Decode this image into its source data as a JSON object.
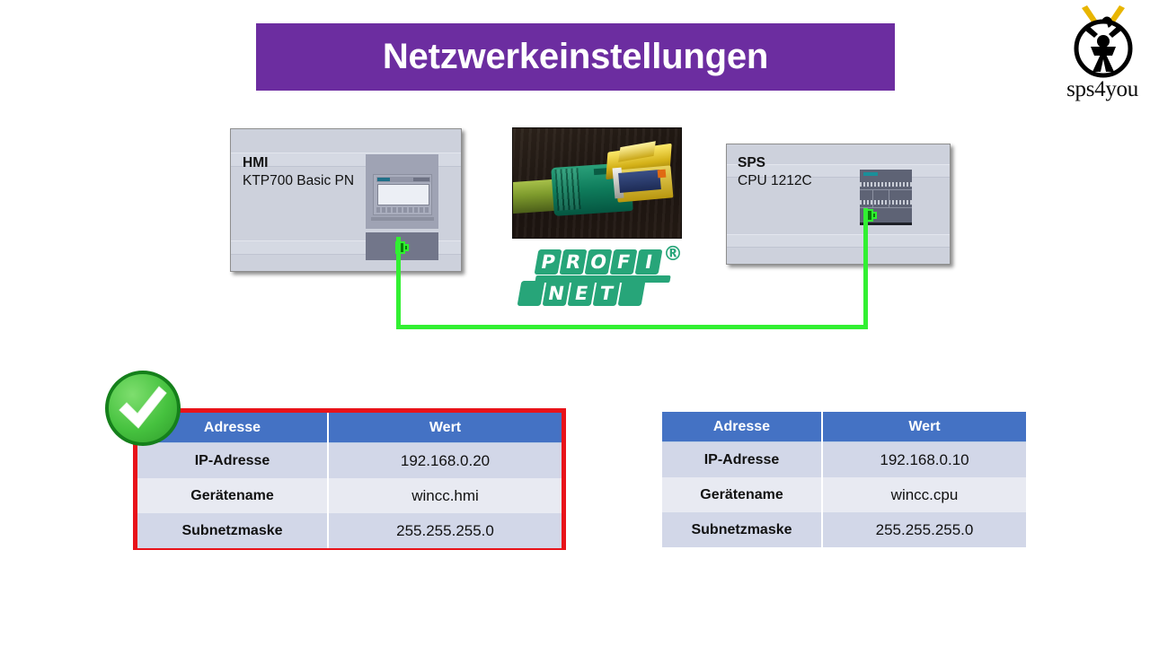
{
  "slide": {
    "title": "Netzwerkeinstellungen",
    "title_bg_color": "#6c2da0",
    "background_color": "#ffffff"
  },
  "logo": {
    "text": "sps4you",
    "mark_icon": "sps4you-figure-icon",
    "bolt_color": "#e8b500"
  },
  "devices": [
    {
      "id": "hmi",
      "role_label": "HMI",
      "model_label": "KTP700 Basic PN",
      "picture_icon": "hmi-panel-device-icon",
      "port_icon": "profinet-port-icon"
    },
    {
      "id": "sps",
      "role_label": "SPS",
      "model_label": "CPU 1212C",
      "picture_icon": "cpu-module-device-icon",
      "port_icon": "profinet-port-icon"
    }
  ],
  "cable": {
    "photo_icon": "profinet-rj45-cable-photo",
    "wire_color": "#32f032"
  },
  "profinet_logo": {
    "top_word": "PROFI",
    "top_letters": [
      "P",
      "R",
      "O",
      "F",
      "I"
    ],
    "bottom_word": "NET",
    "bottom_letters": [
      "",
      "N",
      "E",
      "T",
      ""
    ],
    "registered_mark": "®",
    "color": "#27a579"
  },
  "status": {
    "badge_icon": "check-circle-icon",
    "badge_color": "#46c23f",
    "highlight_border_color": "#e8131a"
  },
  "tables": {
    "header_color": "#4472c4",
    "columns": [
      "Adresse",
      "Wert"
    ],
    "hmi": {
      "name": "hmi-network-settings",
      "highlighted": true,
      "rows": [
        {
          "key": "IP-Adresse",
          "value": "192.168.0.20"
        },
        {
          "key": "Gerätename",
          "value": "wincc.hmi"
        },
        {
          "key": "Subnetzmaske",
          "value": "255.255.255.0"
        }
      ]
    },
    "sps": {
      "name": "sps-network-settings",
      "highlighted": false,
      "rows": [
        {
          "key": "IP-Adresse",
          "value": "192.168.0.10"
        },
        {
          "key": "Gerätename",
          "value": "wincc.cpu"
        },
        {
          "key": "Subnetzmaske",
          "value": "255.255.255.0"
        }
      ]
    }
  }
}
